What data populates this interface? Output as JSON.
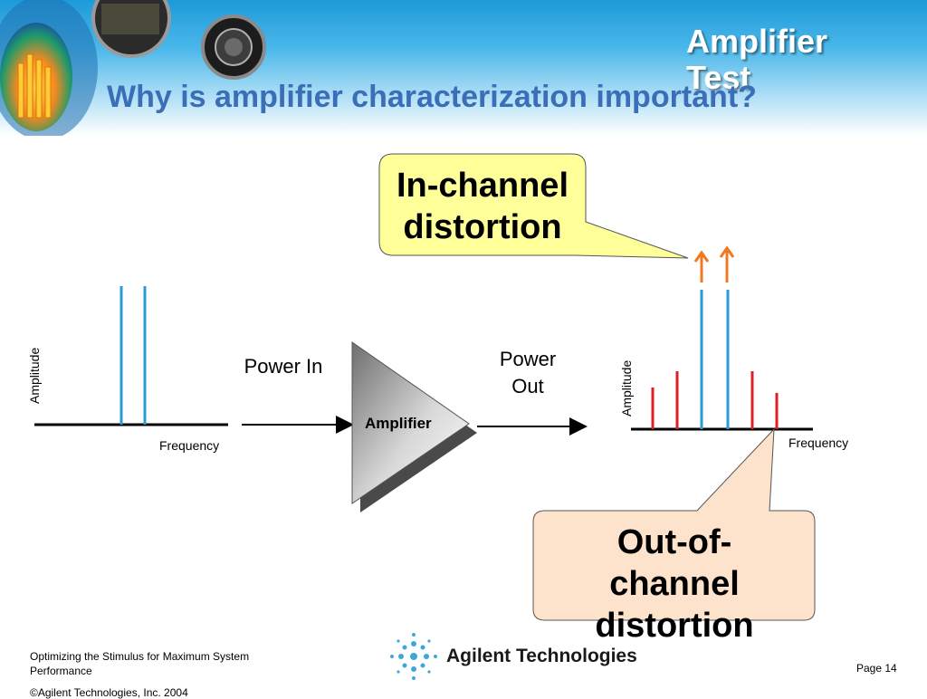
{
  "header": {
    "section_title": "Amplifier Test",
    "slide_title": "Why is amplifier characterization important?"
  },
  "diagram": {
    "input_axis": {
      "y_label": "Amplitude",
      "x_label": "Frequency"
    },
    "input_label": "Power In",
    "amplifier_label": "Amplifier",
    "output_label": "Power Out",
    "output_axis": {
      "y_label": "Amplitude",
      "x_label": "Frequency"
    },
    "callouts": {
      "in_channel": "In-channel distortion",
      "out_of_channel": "Out-of-channel distortion"
    },
    "colors": {
      "carrier": "#2a9bd6",
      "distortion": "#e01e26",
      "arrow": "#f07820",
      "in_channel_callout": "#ffff99",
      "out_channel_callout": "#fde3cc",
      "title": "#3a6fb8"
    }
  },
  "footer": {
    "course_title": "Optimizing the Stimulus for Maximum System Performance",
    "logo_text": "Agilent Technologies",
    "page": "Page 14",
    "copyright": "©Agilent Technologies, Inc. 2004"
  }
}
